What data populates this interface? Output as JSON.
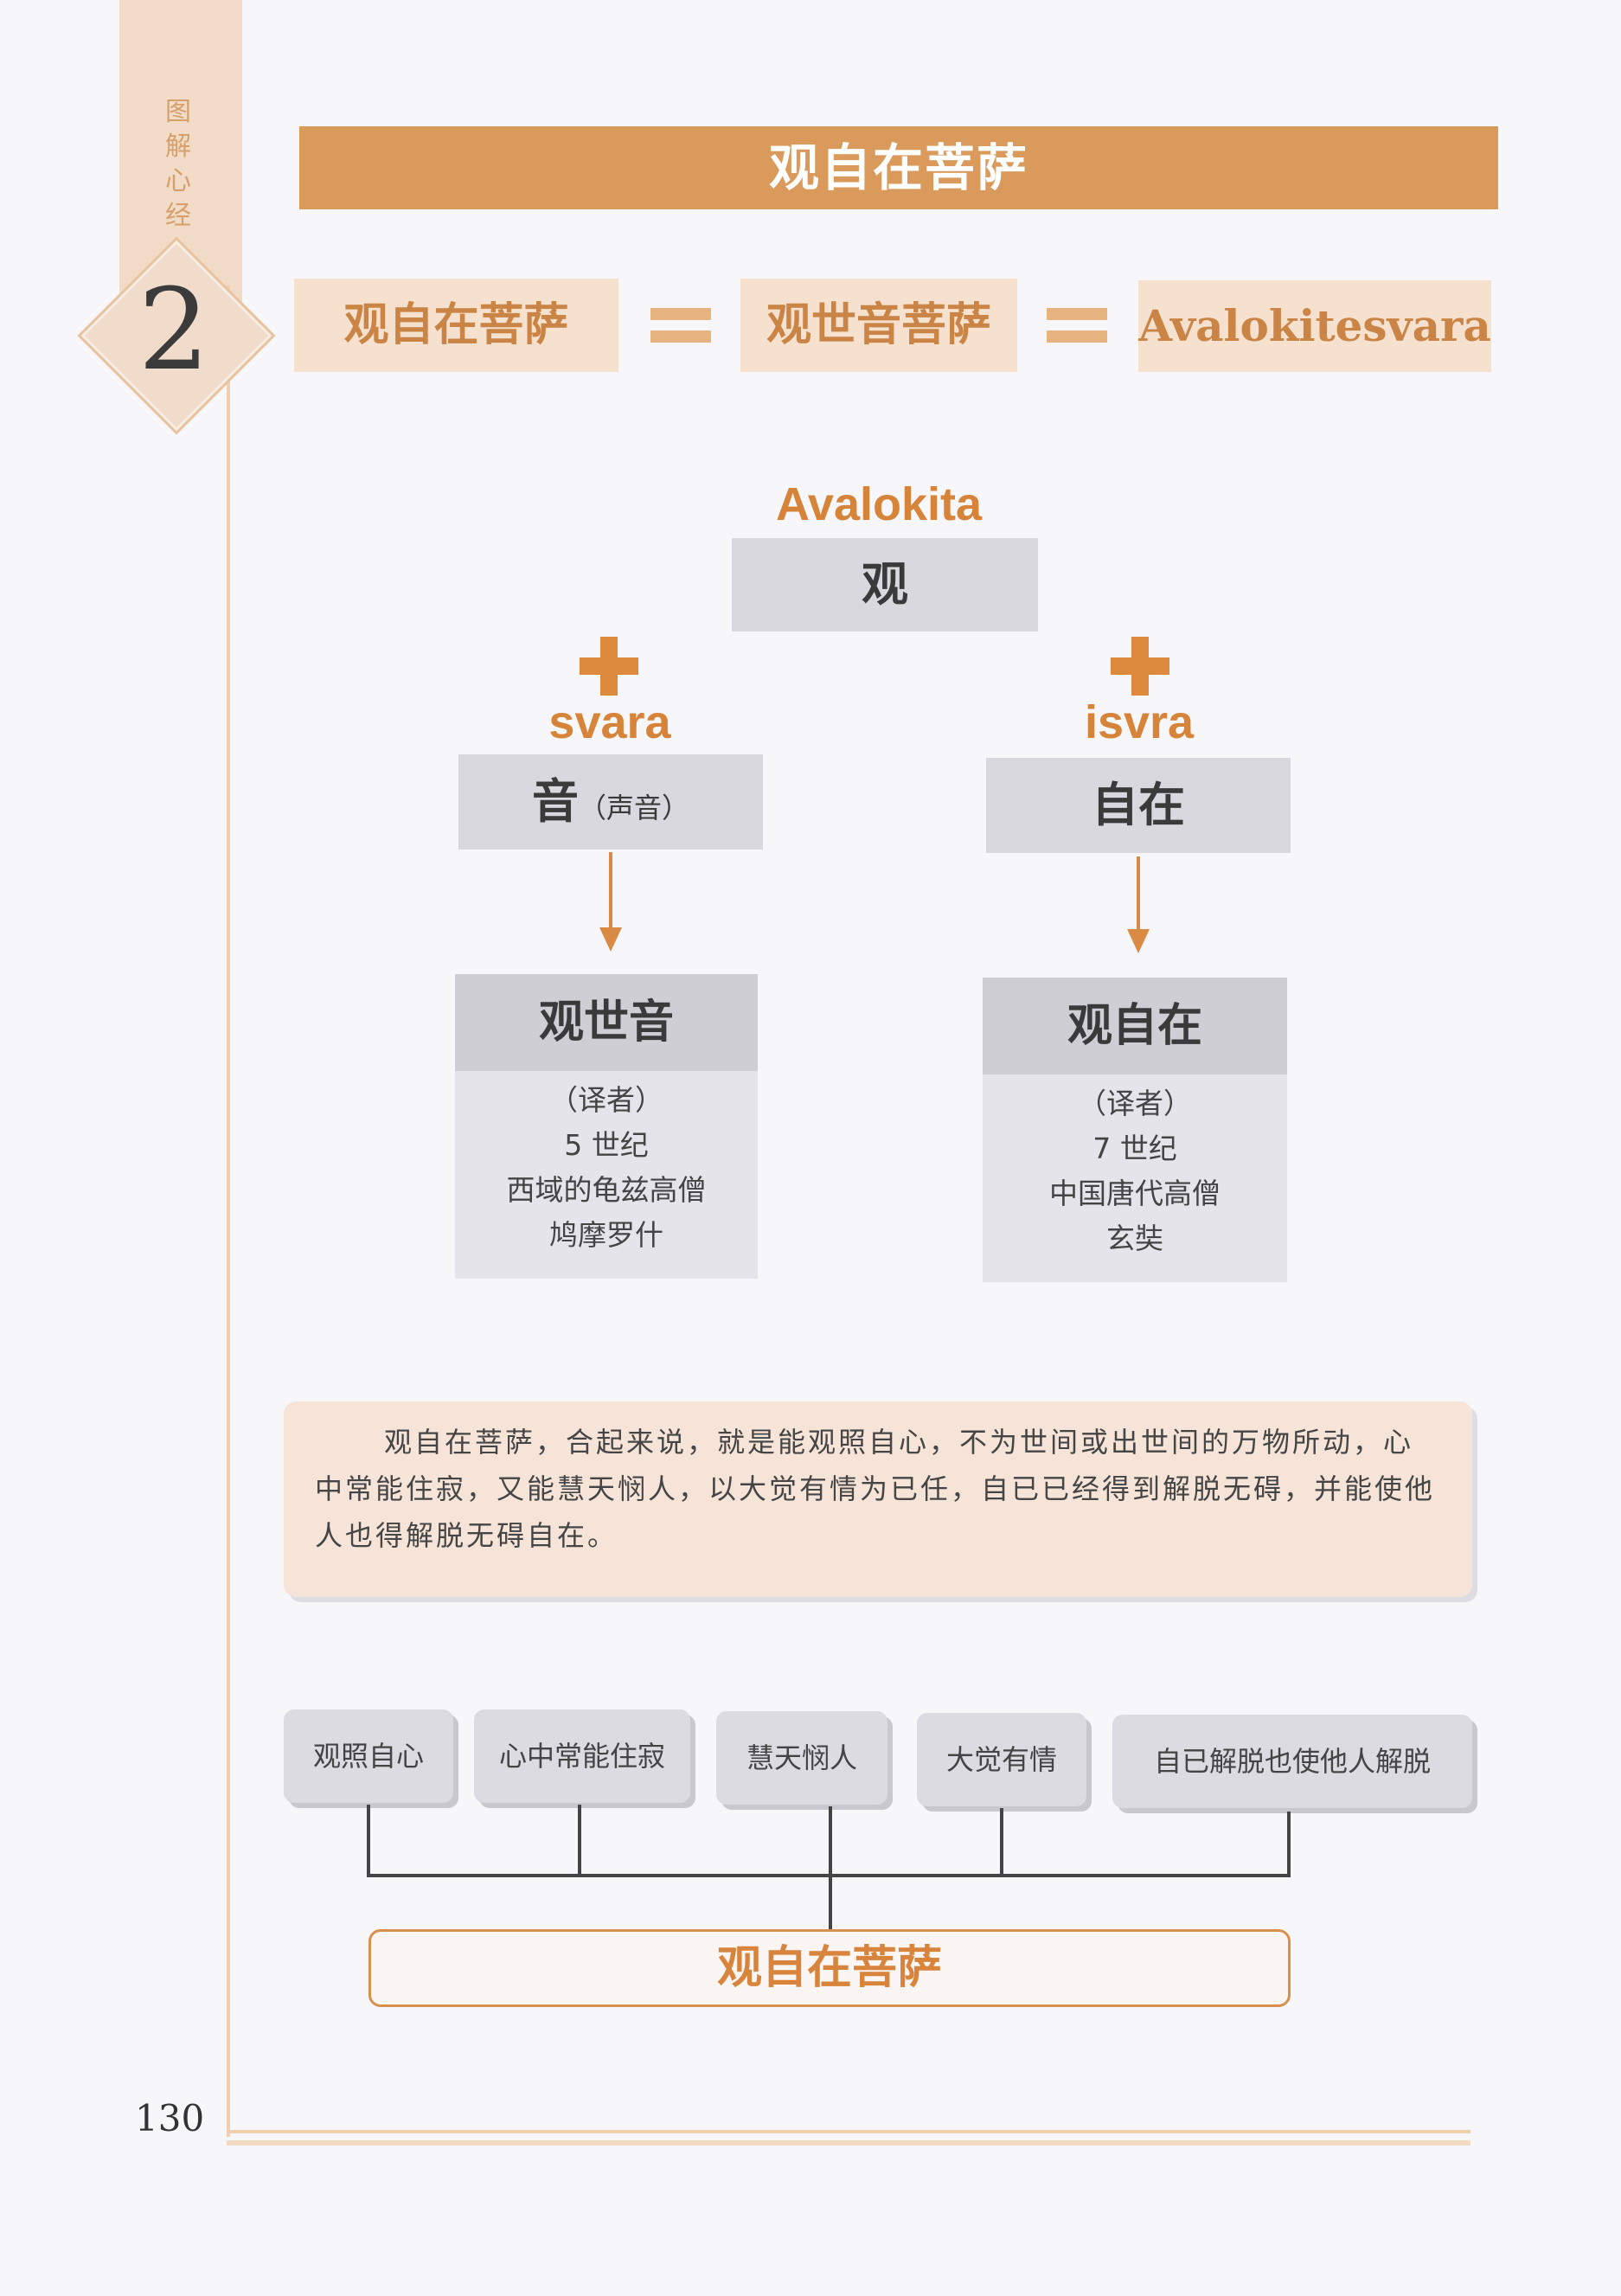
{
  "sidebar": {
    "title": "图解心经",
    "chapter": "2"
  },
  "banner": {
    "title": "观自在菩萨"
  },
  "equation": {
    "term1": "观自在菩萨",
    "term2": "观世音菩萨",
    "term3": "Avalokitesvara"
  },
  "tree": {
    "root_label": "Avalokita",
    "root_box": "观",
    "left": {
      "label": "svara",
      "box_main": "音",
      "box_note": "（声音）",
      "result_title": "观世音",
      "result_lines": [
        "（译者）",
        "5 世纪",
        "西域的龟兹高僧",
        "鸠摩罗什"
      ]
    },
    "right": {
      "label": "isvra",
      "box_main": "自在",
      "result_title": "观自在",
      "result_lines": [
        "（译者）",
        "7 世纪",
        "中国唐代高僧",
        "玄奘"
      ]
    }
  },
  "paragraph": "观自在菩萨，合起来说，就是能观照自心，不为世间或出世间的万物所动，心中常能住寂，又能慧天悯人，以大觉有情为已任，自已已经得到解脱无碍，并能使他人也得解脱无碍自在。",
  "bottom": {
    "items": [
      "观照自心",
      "心中常能住寂",
      "慧天悯人",
      "大觉有情",
      "自已解脱也使他人解脱"
    ],
    "result": "观自在菩萨"
  },
  "footer": {
    "page_number": "130"
  },
  "colors": {
    "accent": "#d99a5b",
    "box_gray": "#d9d8de",
    "peach": "#f6e1cf"
  }
}
